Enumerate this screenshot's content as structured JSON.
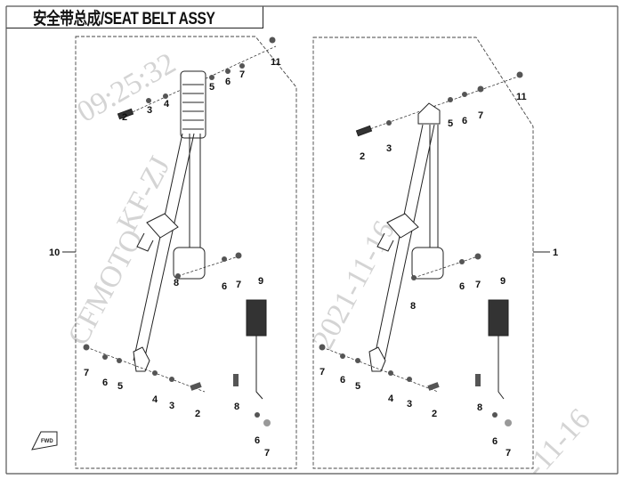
{
  "title": "安全带总成/SEAT BELT ASSY",
  "watermark": {
    "brand": "CFMOTO",
    "code": "KF-ZJ",
    "date": "2021-11-16",
    "time": "09:25:32",
    "date_fragment": "-11-16"
  },
  "left_assembly": {
    "assembly_no": "10",
    "top_callouts": [
      "2",
      "3",
      "4",
      "5",
      "6",
      "7",
      "11"
    ],
    "retractor_callouts": [
      "8",
      "6",
      "7"
    ],
    "buckle_no": "9",
    "bottom_callouts": [
      "7",
      "6",
      "5",
      "4",
      "3",
      "2"
    ],
    "buckle_mount_callouts": [
      "8",
      "6",
      "7"
    ],
    "fwd_label": "FWD"
  },
  "right_assembly": {
    "assembly_no": "1",
    "top_callouts": [
      "2",
      "3",
      "5",
      "6",
      "7",
      "11"
    ],
    "retractor_callouts": [
      "8",
      "6",
      "7"
    ],
    "buckle_no": "9",
    "bottom_callouts": [
      "7",
      "6",
      "5",
      "4",
      "3",
      "2"
    ],
    "buckle_mount_callouts": [
      "8",
      "6",
      "7"
    ]
  }
}
